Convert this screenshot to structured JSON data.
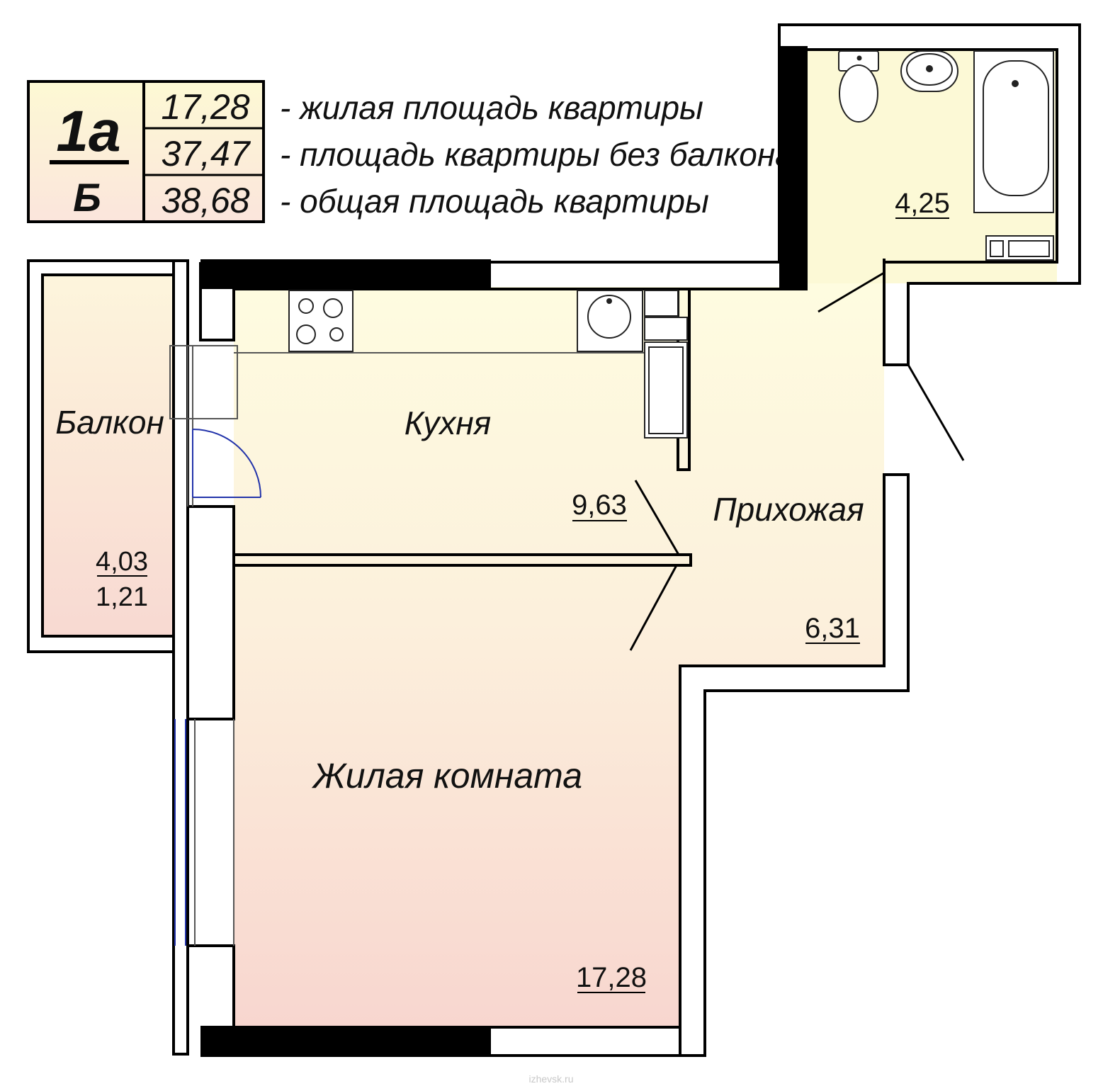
{
  "legend": {
    "apartment_code": "1а",
    "section": "Б",
    "living_area": "17,28",
    "area_without_balcony": "37,47",
    "total_area": "38,68",
    "living_area_label": "- жилая площадь квартиры",
    "area_without_balcony_label": "- площадь квартиры без балкона",
    "total_area_label": "- общая площадь квартиры"
  },
  "rooms": {
    "bathroom": {
      "area": "4,25"
    },
    "balcony": {
      "name": "Балкон",
      "area": "4,03",
      "reduced_area": "1,21"
    },
    "kitchen": {
      "name": "Кухня",
      "area": "9,63"
    },
    "hallway": {
      "name": "Прихожая",
      "area": "6,31"
    },
    "living_room": {
      "name": "Жилая комната",
      "area": "17,28"
    }
  },
  "watermark": "izhevsk.ru",
  "colors": {
    "wall": "#000000",
    "legend_fill": "#fdf9d4",
    "floor_top": "#fefce0",
    "floor_bottom": "#f8d9d0"
  }
}
